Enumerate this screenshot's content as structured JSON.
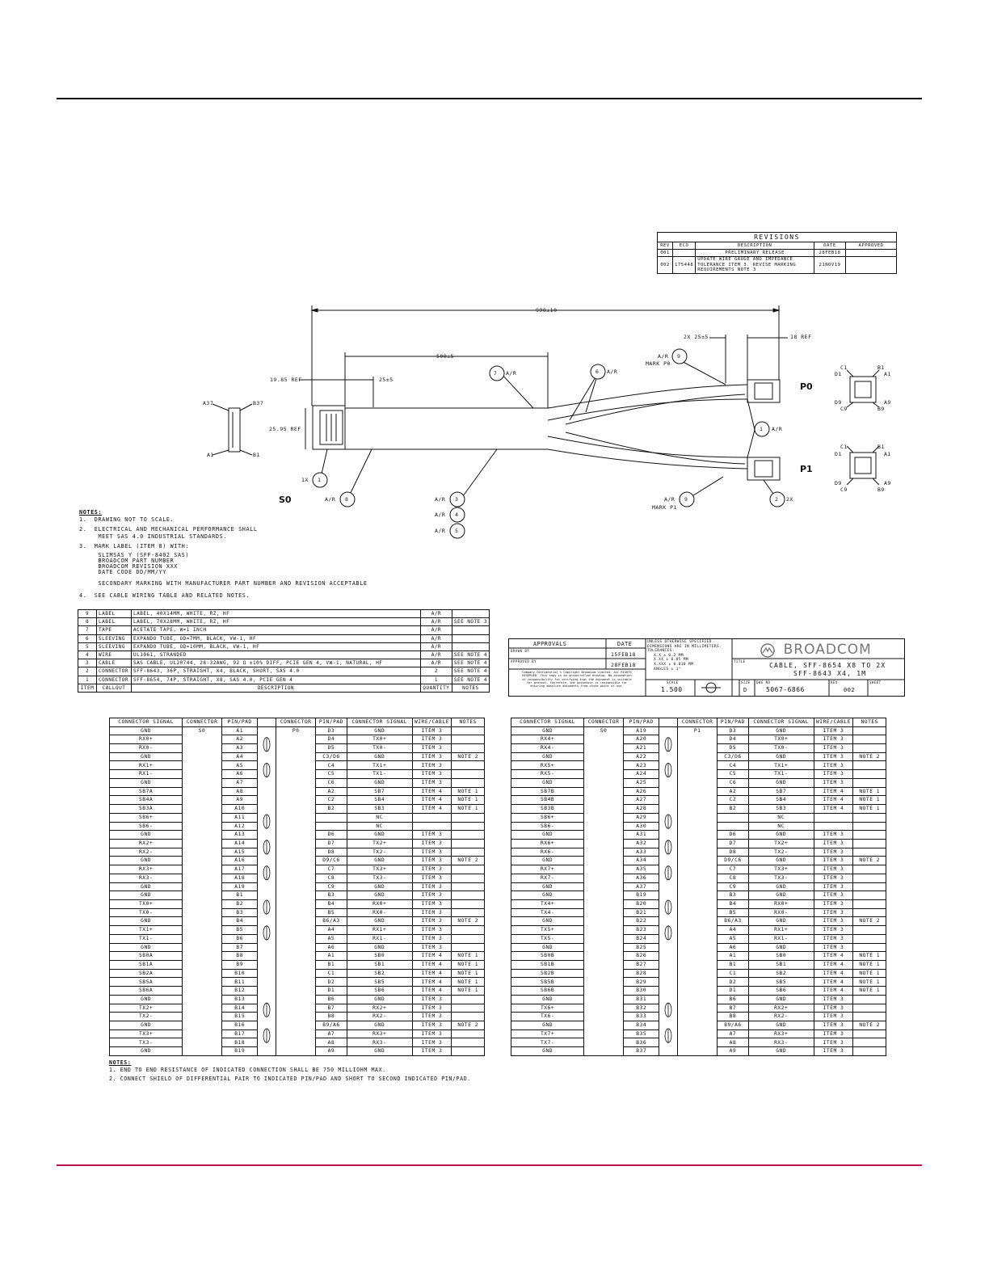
{
  "revisions": {
    "title": "REVISIONS",
    "headers": [
      "REV",
      "ECO",
      "DESCRIPTION",
      "DATE",
      "APPROVED"
    ],
    "rows": [
      [
        "001",
        "",
        "PRELIMINARY RELEASE",
        "28FEB18",
        ""
      ],
      [
        "002",
        "175448",
        "UPDATE WIRE GAUGE AND IMPEDANCE TOLERANCE ITEM 3. REVISE MARKING REQUIREMENTS NOTE 3",
        "21NOV19",
        ""
      ]
    ]
  },
  "drawing": {
    "dim_overall": "990±10",
    "dim_breakout": "500±5",
    "dim_tail": "2X 25±5",
    "dim_ref18": "18 REF",
    "dim_25": "25±5",
    "dim_1985": "19.85 REF",
    "dim_2595": "25.95 REF",
    "pin_a37": "A37",
    "pin_b37": "B37",
    "pin_a1": "A1",
    "pin_b1": "B1",
    "end_s0": "S0",
    "end_p0": "P0",
    "end_p1": "P1",
    "ar": "A/R",
    "mark_p0": "MARK P0",
    "mark_p1": "MARK P1",
    "qty_2x": "2X",
    "qty_1x": "1X",
    "p_c1": "C1",
    "p_b1": "B1",
    "p_d1": "D1",
    "p_a1": "A1",
    "p_d9": "D9",
    "p_a9": "A9",
    "p_c9": "C9",
    "p_b9": "B9",
    "balloons": [
      "1",
      "2",
      "3",
      "4",
      "5",
      "6",
      "7",
      "8",
      "9"
    ]
  },
  "notes": {
    "heading": "NOTES:",
    "items": [
      "1.  DRAWING NOT TO SCALE.",
      "2.  ELECTRICAL AND MECHANICAL PERFORMANCE SHALL",
      "     MEET SAS 4.0 INDUSTRIAL STANDARDS.",
      "3.  MARK LABEL (ITEM 8) WITH:",
      "     SLIMSAS Y (SFF-8402 SAS)",
      "     BROADCOM PART NUMBER",
      "     BROADCOM REVISION XXX",
      "     DATE CODE DD/MM/YY",
      "     SECONDARY MARKING WITH MANUFACTURER PART NUMBER AND REVISION ACCEPTABLE",
      "4.  SEE CABLE WIRING TABLE AND RELATED NOTES."
    ]
  },
  "bom": {
    "rows": [
      [
        "9",
        "LABEL",
        "LABEL, 40X14MM, WHITE, RZ, HF",
        "A/R",
        ""
      ],
      [
        "8",
        "LABEL",
        "LABEL, 70X28MM, WHITE, RZ, HF",
        "A/R",
        "SEE NOTE 3"
      ],
      [
        "7",
        "TAPE",
        "ACETATE TAPE, W=1 INCH",
        "A/R",
        ""
      ],
      [
        "6",
        "SLEEVING",
        "EXPANDO TUBE, OD=7MM, BLACK, VW-1, HF",
        "A/R",
        ""
      ],
      [
        "5",
        "SLEEVING",
        "EXPANDO TUBE, OD=10MM, BLACK, VW-1, HF",
        "A/R",
        ""
      ],
      [
        "4",
        "WIRE",
        "UL1061, STRANDED",
        "A/R",
        "SEE NOTE 4"
      ],
      [
        "3",
        "CABLE",
        "SAS CABLE, UL20744, 28-32AWG, 92 Ω ±10% DIFF, PCIE GEN 4, VW-1, NATURAL, HF",
        "A/R",
        "SEE NOTE 4"
      ],
      [
        "2",
        "CONNECTOR",
        "SFF-8643, 36P, STRAIGHT, X4, BLACK, SHORT, SAS 4.0",
        "2",
        "SEE NOTE 4"
      ],
      [
        "1",
        "CONNECTOR",
        "SFF-8654, 74P, STRAIGHT, X8, SAS 4.0, PCIE GEN 4",
        "1",
        "SEE NOTE 4"
      ]
    ],
    "headers": [
      "ITEM",
      "CALLOUT",
      "DESCRIPTION",
      "QUANTITY",
      "NOTES"
    ]
  },
  "titleblock": {
    "approvals": "APPROVALS",
    "date_label": "DATE",
    "drawn_by": "DRAWN BY",
    "drawn_date": "15FEB18",
    "approved_by": "APPROVED BY",
    "approved_date": "28FEB18",
    "confidential": "Company Confidential © Copyright Broadcom Limited. ALL RIGHTS RESERVED. This copy is an uncontrolled drawing. No assumption of responsibility for verifying that the document is suitable for present, therefore, the possessor is responsible for ensuring absolute documents from state point of use.",
    "tolerances": [
      "UNLESS OTHERWISE SPECIFIED",
      "DIMENSIONS ARE IN MILLIMETERS.",
      "TOLERANCES:",
      "X.X ± 0.2 MM",
      "X.XX ± 0.05 MM",
      "X.XXX ± 0.010 MM",
      "ANGLES ± 1°"
    ],
    "brand": "BROADCOM",
    "title_label": "TITLE",
    "title_line1": "CABLE, SFF-8654 X8 TO 2X",
    "title_line2": "SFF-8643 X4, 1M",
    "scale_label": "SCALE",
    "scale": "1.500",
    "size_label": "SIZE",
    "size": "D",
    "dwg_label": "DWG NO",
    "dwg_no": "5067-6866",
    "rev_label": "REV",
    "rev": "002",
    "sheet_label": "SHEET"
  },
  "wiring_headers": [
    "CONNECTOR SIGNAL",
    "CONNECTOR",
    "PIN/PAD",
    "",
    "CONNECTOR",
    "PIN/PAD",
    "CONNECTOR SIGNAL",
    "WIRE/CABLE",
    "NOTES"
  ],
  "wiring_left": {
    "conn_a": "S0",
    "conn_b": "P0",
    "rows": [
      [
        "GND",
        "A1",
        "D3",
        "GND",
        "ITEM 3",
        ""
      ],
      [
        "RX0+",
        "A2",
        "D4",
        "TX0+",
        "ITEM 3",
        ""
      ],
      [
        "RX0-",
        "A3",
        "D5",
        "TX0-",
        "ITEM 3",
        ""
      ],
      [
        "GND",
        "A4",
        "C3/D6",
        "GND",
        "ITEM 3",
        "NOTE 2"
      ],
      [
        "RX1+",
        "A5",
        "C4",
        "TX1+",
        "ITEM 3",
        ""
      ],
      [
        "RX1-",
        "A6",
        "C5",
        "TX1-",
        "ITEM 3",
        ""
      ],
      [
        "GND",
        "A7",
        "C6",
        "GND",
        "ITEM 3",
        ""
      ],
      [
        "SB7A",
        "A8",
        "A2",
        "SB7",
        "ITEM 4",
        "NOTE 1"
      ],
      [
        "SB4A",
        "A9",
        "C2",
        "SB4",
        "ITEM 4",
        "NOTE 1"
      ],
      [
        "SB3A",
        "A10",
        "B2",
        "SB3",
        "ITEM 4",
        "NOTE 1"
      ],
      [
        "SB6+",
        "A11",
        "",
        "NC",
        "",
        ""
      ],
      [
        "SB6-",
        "A12",
        "",
        "NC",
        "",
        ""
      ],
      [
        "GND",
        "A13",
        "D6",
        "GND",
        "ITEM 3",
        ""
      ],
      [
        "RX2+",
        "A14",
        "D7",
        "TX2+",
        "ITEM 3",
        ""
      ],
      [
        "RX2-",
        "A15",
        "D8",
        "TX2-",
        "ITEM 3",
        ""
      ],
      [
        "GND",
        "A16",
        "D9/C6",
        "GND",
        "ITEM 3",
        "NOTE 2"
      ],
      [
        "RX3+",
        "A17",
        "C7",
        "TX3+",
        "ITEM 3",
        ""
      ],
      [
        "RX3-",
        "A18",
        "C8",
        "TX3-",
        "ITEM 3",
        ""
      ],
      [
        "GND",
        "A19",
        "C9",
        "GND",
        "ITEM 3",
        ""
      ],
      [
        "GND",
        "B1",
        "B3",
        "GND",
        "ITEM 3",
        ""
      ],
      [
        "TX0+",
        "B2",
        "B4",
        "RX0+",
        "ITEM 3",
        ""
      ],
      [
        "TX0-",
        "B3",
        "B5",
        "RX0-",
        "ITEM 3",
        ""
      ],
      [
        "GND",
        "B4",
        "B6/A3",
        "GND",
        "ITEM 3",
        "NOTE 2"
      ],
      [
        "TX1+",
        "B5",
        "A4",
        "RX1+",
        "ITEM 3",
        ""
      ],
      [
        "TX1-",
        "B6",
        "A5",
        "RX1-",
        "ITEM 3",
        ""
      ],
      [
        "GND",
        "B7",
        "A6",
        "GND",
        "ITEM 3",
        ""
      ],
      [
        "SB0A",
        "B8",
        "A1",
        "SB0",
        "ITEM 4",
        "NOTE 1"
      ],
      [
        "SB1A",
        "B9",
        "B1",
        "SB1",
        "ITEM 4",
        "NOTE 1"
      ],
      [
        "SB2A",
        "B10",
        "C1",
        "SB2",
        "ITEM 4",
        "NOTE 1"
      ],
      [
        "SB5A",
        "B11",
        "D2",
        "SB5",
        "ITEM 4",
        "NOTE 1"
      ],
      [
        "SB6A",
        "B12",
        "D1",
        "SB6",
        "ITEM 4",
        "NOTE 1"
      ],
      [
        "GND",
        "B13",
        "B6",
        "GND",
        "ITEM 3",
        ""
      ],
      [
        "TX2+",
        "B14",
        "B7",
        "RX2+",
        "ITEM 3",
        ""
      ],
      [
        "TX2-",
        "B15",
        "B8",
        "RX2-",
        "ITEM 3",
        ""
      ],
      [
        "GND",
        "B16",
        "B9/A6",
        "GND",
        "ITEM 3",
        "NOTE 2"
      ],
      [
        "TX3+",
        "B17",
        "A7",
        "RX3+",
        "ITEM 3",
        ""
      ],
      [
        "TX3-",
        "B18",
        "A8",
        "RX3-",
        "ITEM 3",
        ""
      ],
      [
        "GND",
        "B19",
        "A9",
        "GND",
        "ITEM 3",
        ""
      ]
    ]
  },
  "wiring_right": {
    "conn_a": "S0",
    "conn_b": "P1",
    "rows": [
      [
        "GND",
        "A19",
        "D3",
        "GND",
        "ITEM 3",
        ""
      ],
      [
        "RX4+",
        "A20",
        "D4",
        "TX0+",
        "ITEM 3",
        ""
      ],
      [
        "RX4-",
        "A21",
        "D5",
        "TX0-",
        "ITEM 3",
        ""
      ],
      [
        "GND",
        "A22",
        "C3/D6",
        "GND",
        "ITEM 3",
        "NOTE 2"
      ],
      [
        "RX5+",
        "A23",
        "C4",
        "TX1+",
        "ITEM 3",
        ""
      ],
      [
        "RX5-",
        "A24",
        "C5",
        "TX1-",
        "ITEM 3",
        ""
      ],
      [
        "GND",
        "A25",
        "C6",
        "GND",
        "ITEM 3",
        ""
      ],
      [
        "SB7B",
        "A26",
        "A2",
        "SB7",
        "ITEM 4",
        "NOTE 1"
      ],
      [
        "SB4B",
        "A27",
        "C2",
        "SB4",
        "ITEM 4",
        "NOTE 1"
      ],
      [
        "SB3B",
        "A28",
        "B2",
        "SB3",
        "ITEM 4",
        "NOTE 1"
      ],
      [
        "SB6+",
        "A29",
        "",
        "NC",
        "",
        ""
      ],
      [
        "SB6-",
        "A30",
        "",
        "NC",
        "",
        ""
      ],
      [
        "GND",
        "A31",
        "D6",
        "GND",
        "ITEM 3",
        ""
      ],
      [
        "RX6+",
        "A32",
        "D7",
        "TX2+",
        "ITEM 3",
        ""
      ],
      [
        "RX6-",
        "A33",
        "D8",
        "TX2-",
        "ITEM 3",
        ""
      ],
      [
        "GND",
        "A34",
        "D9/C6",
        "GND",
        "ITEM 3",
        "NOTE 2"
      ],
      [
        "RX7+",
        "A35",
        "C7",
        "TX3+",
        "ITEM 3",
        ""
      ],
      [
        "RX7-",
        "A36",
        "C8",
        "TX3-",
        "ITEM 3",
        ""
      ],
      [
        "GND",
        "A37",
        "C9",
        "GND",
        "ITEM 3",
        ""
      ],
      [
        "GND",
        "B19",
        "B3",
        "GND",
        "ITEM 3",
        ""
      ],
      [
        "TX4+",
        "B20",
        "B4",
        "RX0+",
        "ITEM 3",
        ""
      ],
      [
        "TX4-",
        "B21",
        "B5",
        "RX0-",
        "ITEM 3",
        ""
      ],
      [
        "GND",
        "B22",
        "B6/A3",
        "GND",
        "ITEM 3",
        "NOTE 2"
      ],
      [
        "TX5+",
        "B23",
        "A4",
        "RX1+",
        "ITEM 3",
        ""
      ],
      [
        "TX5-",
        "B24",
        "A5",
        "RX1-",
        "ITEM 3",
        ""
      ],
      [
        "GND",
        "B25",
        "A6",
        "GND",
        "ITEM 3",
        ""
      ],
      [
        "SB0B",
        "B26",
        "A1",
        "SB0",
        "ITEM 4",
        "NOTE 1"
      ],
      [
        "SB1B",
        "B27",
        "B1",
        "SB1",
        "ITEM 4",
        "NOTE 1"
      ],
      [
        "SB2B",
        "B28",
        "C1",
        "SB2",
        "ITEM 4",
        "NOTE 1"
      ],
      [
        "SB5B",
        "B29",
        "D2",
        "SB5",
        "ITEM 4",
        "NOTE 1"
      ],
      [
        "SB6B",
        "B30",
        "D1",
        "SB6",
        "ITEM 4",
        "NOTE 1"
      ],
      [
        "GND",
        "B31",
        "B6",
        "GND",
        "ITEM 3",
        ""
      ],
      [
        "TX6+",
        "B32",
        "B7",
        "RX2+",
        "ITEM 3",
        ""
      ],
      [
        "TX6-",
        "B33",
        "B8",
        "RX2-",
        "ITEM 3",
        ""
      ],
      [
        "GND",
        "B34",
        "B9/A6",
        "GND",
        "ITEM 3",
        "NOTE 2"
      ],
      [
        "TX7+",
        "B35",
        "A7",
        "RX3+",
        "ITEM 3",
        ""
      ],
      [
        "TX7-",
        "B36",
        "A8",
        "RX3-",
        "ITEM 3",
        ""
      ],
      [
        "GND",
        "B37",
        "A9",
        "GND",
        "ITEM 3",
        ""
      ]
    ]
  },
  "wiring_notes": {
    "heading": "NOTES:",
    "n1": "1. END TO END RESISTANCE OF INDICATED CONNECTION SHALL BE 750 MILLIOHM MAX.",
    "n2": "2. CONNECT SHIELD OF DIFFERENTIAL PAIR TO INDICATED PIN/PAD AND SHORT TO SECOND INDICATED PIN/PAD."
  },
  "colors": {
    "rule_bottom": "#b8144a",
    "ink": "#111111",
    "brand": "#777777"
  }
}
